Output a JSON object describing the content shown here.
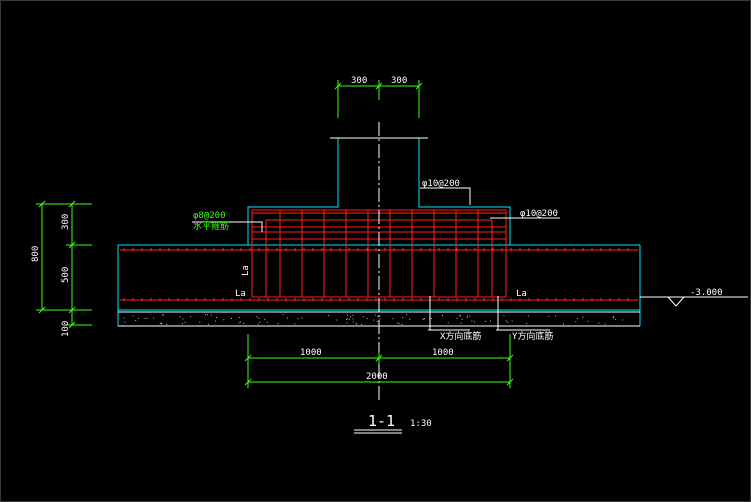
{
  "colors": {
    "background": "#000000",
    "outline": "#00e5ff",
    "rebar": "#ff2020",
    "dimension": "#39ff14",
    "text": "#ffffff",
    "centerline": "#ffffff"
  },
  "dimensions": {
    "column_left": "300",
    "column_right": "300",
    "height_total": "800",
    "height_top": "300",
    "height_mid": "500",
    "height_bottom": "100",
    "width_left": "1000",
    "width_right": "1000",
    "width_total": "2000"
  },
  "notes": {
    "stirrup_top": "φ10@200",
    "stirrup_right": "φ10@200",
    "left_rebar": "φ8@200",
    "left_rebar_sub": "水平箍筋",
    "anchor_label": "La",
    "x_bottom_bar": "X方向底筋",
    "y_bottom_bar": "Y方向底筋",
    "level_mark": "-3.000"
  },
  "title": {
    "section": "1-1",
    "scale": "1:30"
  }
}
